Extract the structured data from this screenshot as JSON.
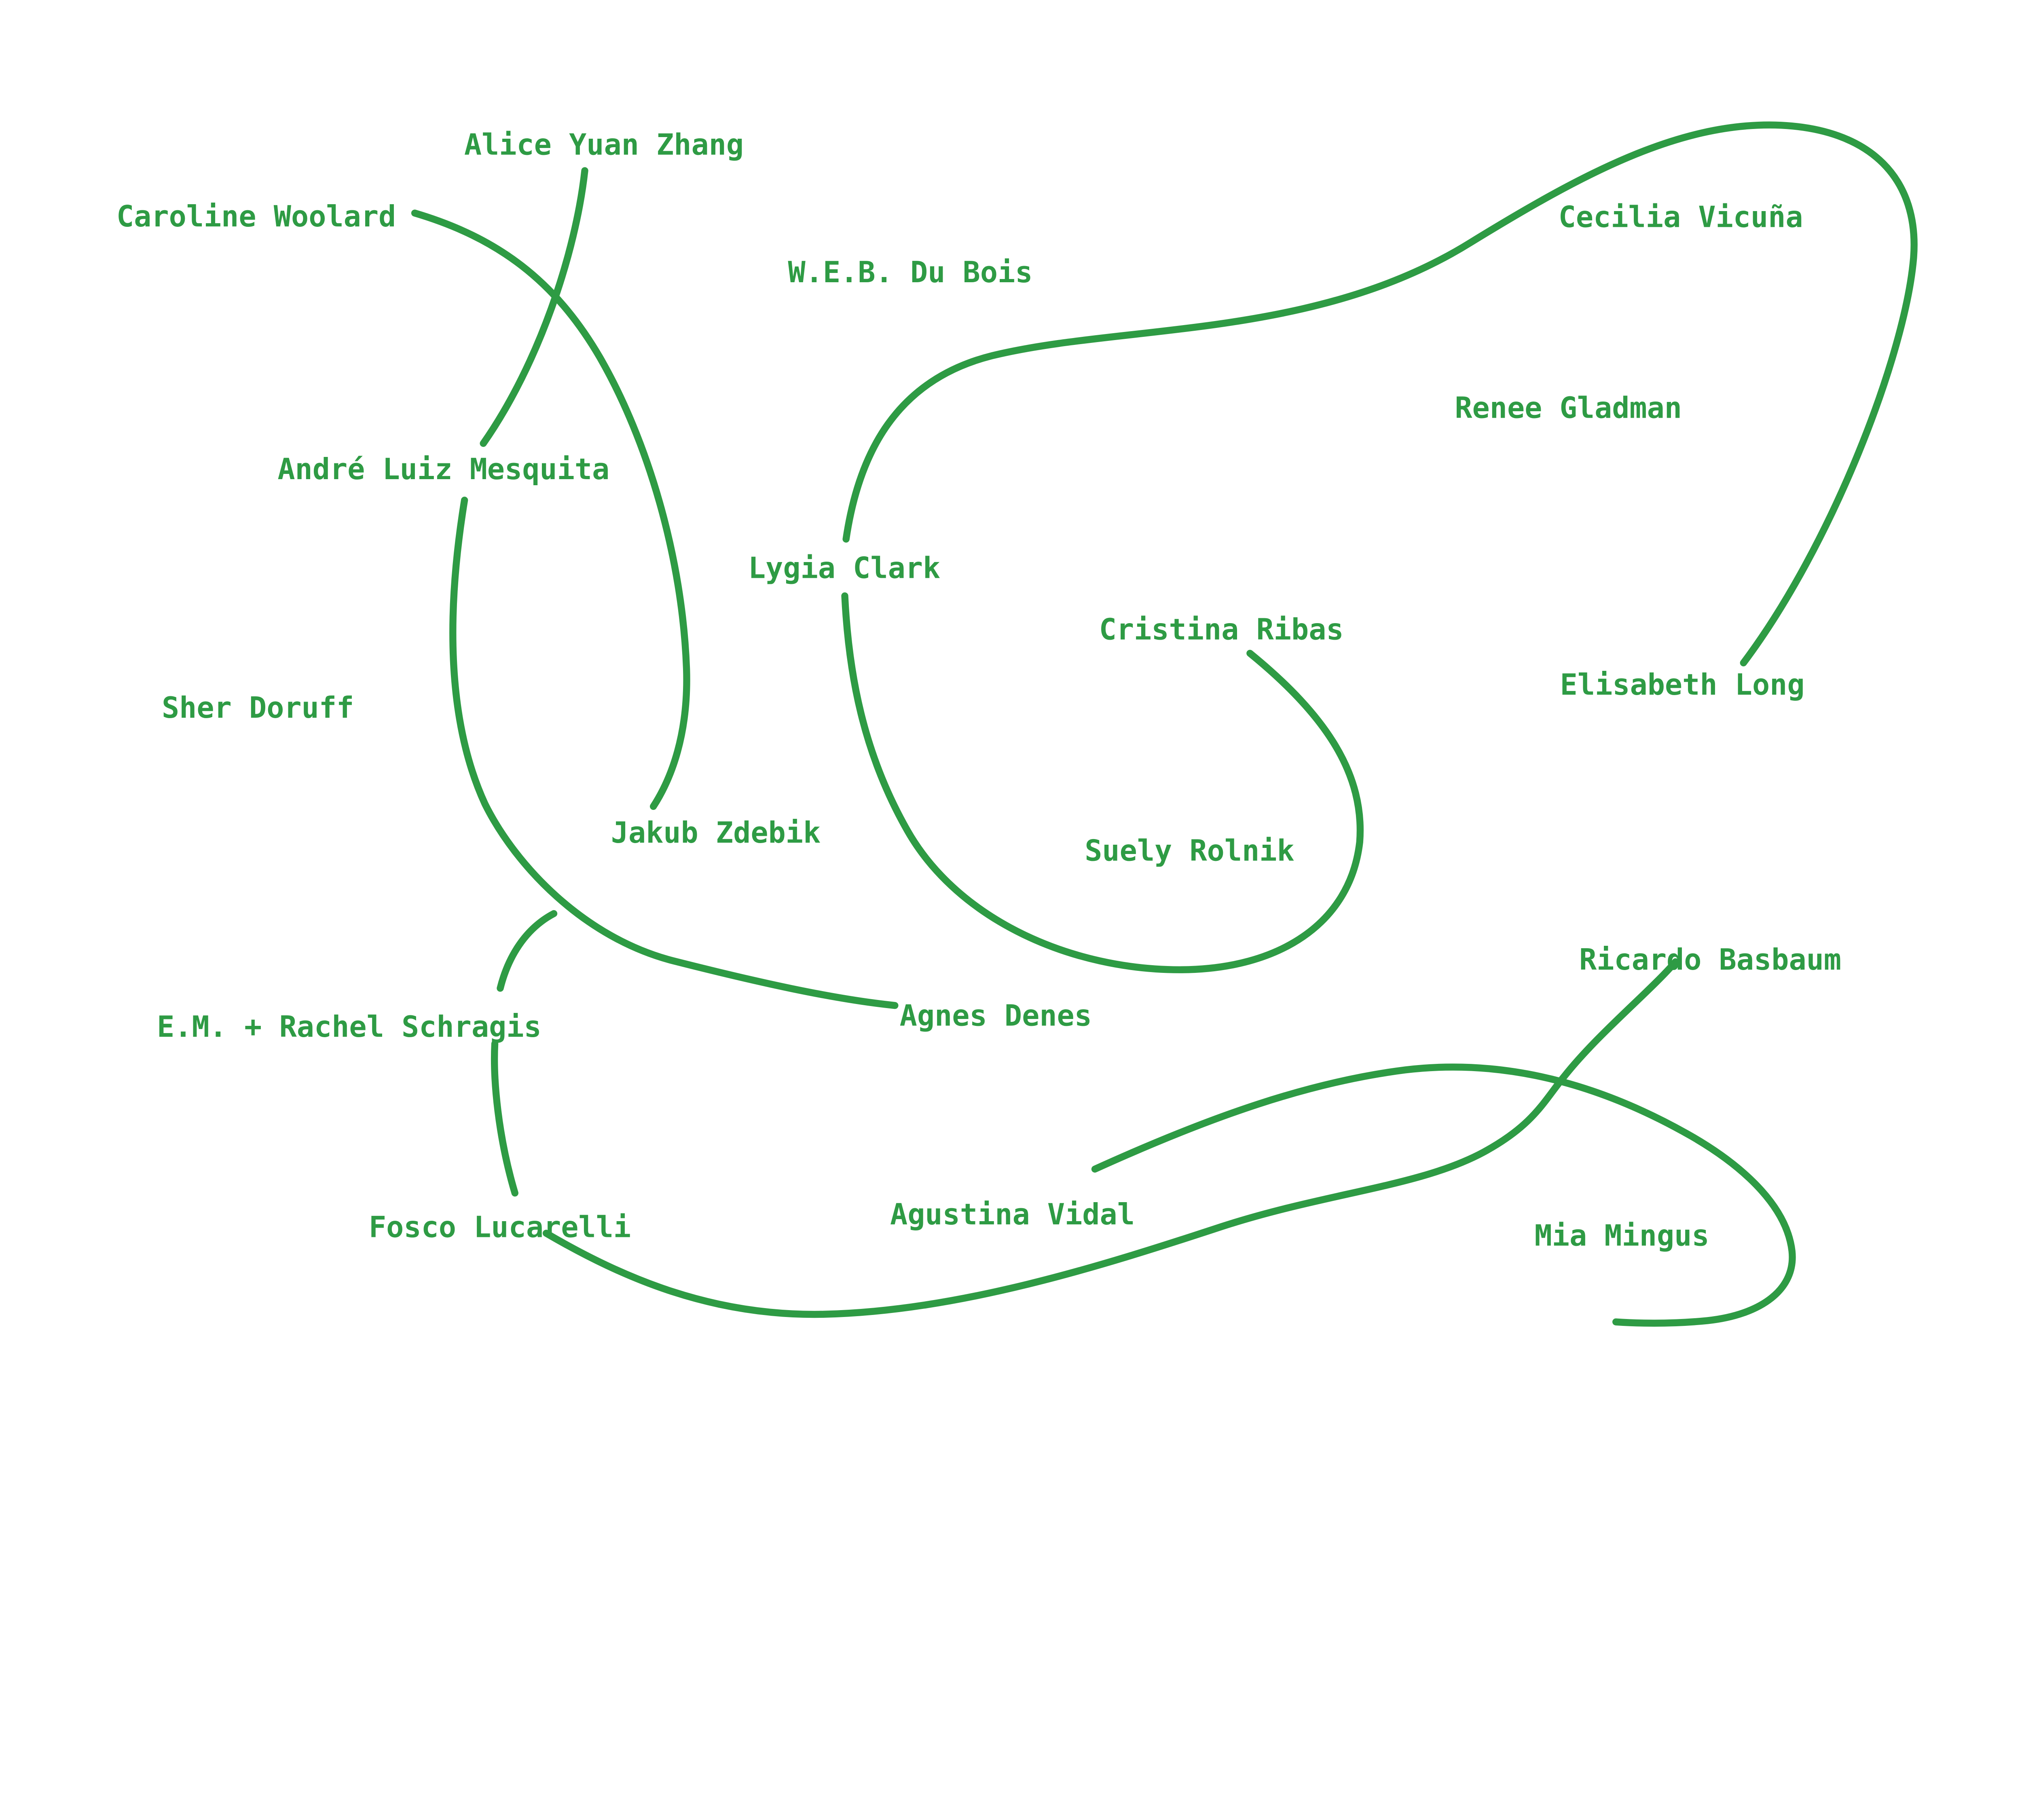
{
  "canvas": {
    "background_color": "#ffffff",
    "ink_color": "#2e9b44"
  },
  "nodes": [
    {
      "label": "Alice Yuan Zhang"
    },
    {
      "label": "Caroline Woolard"
    },
    {
      "label": "W.E.B. Du Bois"
    },
    {
      "label": "Cecilia Vicuña"
    },
    {
      "label": "Renee Gladman"
    },
    {
      "label": "André Luiz Mesquita"
    },
    {
      "label": "Lygia Clark"
    },
    {
      "label": "Cristina Ribas"
    },
    {
      "label": "Elisabeth Long"
    },
    {
      "label": "Sher Doruff"
    },
    {
      "label": "Jakub Zdebik"
    },
    {
      "label": "Suely Rolnik"
    },
    {
      "label": "Ricardo Basbaum"
    },
    {
      "label": "Agnes Denes"
    },
    {
      "label": "E.M. + Rachel Schragis"
    },
    {
      "label": "Mia Mingus"
    },
    {
      "label": "Agustina Vidal"
    },
    {
      "label": "Fosco Lucarelli"
    }
  ],
  "connections": [
    {
      "id": "edge-alice-andre",
      "endpoints": [
        "Alice Yuan Zhang",
        "André Luiz Mesquita"
      ]
    },
    {
      "id": "edge-caroline-jakub",
      "endpoints": [
        "Caroline Woolard",
        "Jakub Zdebik"
      ]
    },
    {
      "id": "edge-andre-agnes",
      "endpoints": [
        "André Luiz Mesquita",
        "Agnes Denes"
      ]
    },
    {
      "id": "edge-lygia-elisabeth",
      "endpoints": [
        "Lygia Clark",
        "Elisabeth Long"
      ]
    },
    {
      "id": "edge-lygia-cristina",
      "endpoints": [
        "Lygia Clark",
        "Cristina Ribas"
      ]
    },
    {
      "id": "edge-schragis-hook",
      "endpoints": [
        "E.M. + Rachel Schragis",
        "André Luiz Mesquita–Agnes Denes curve"
      ]
    },
    {
      "id": "edge-schragis-fosco",
      "endpoints": [
        "E.M. + Rachel Schragis",
        "Fosco Lucarelli"
      ]
    },
    {
      "id": "edge-fosco-ricardo",
      "endpoints": [
        "Fosco Lucarelli",
        "Ricardo Basbaum"
      ]
    },
    {
      "id": "edge-agustina-mia",
      "endpoints": [
        "Agustina Vidal",
        "Mia Mingus"
      ]
    }
  ]
}
